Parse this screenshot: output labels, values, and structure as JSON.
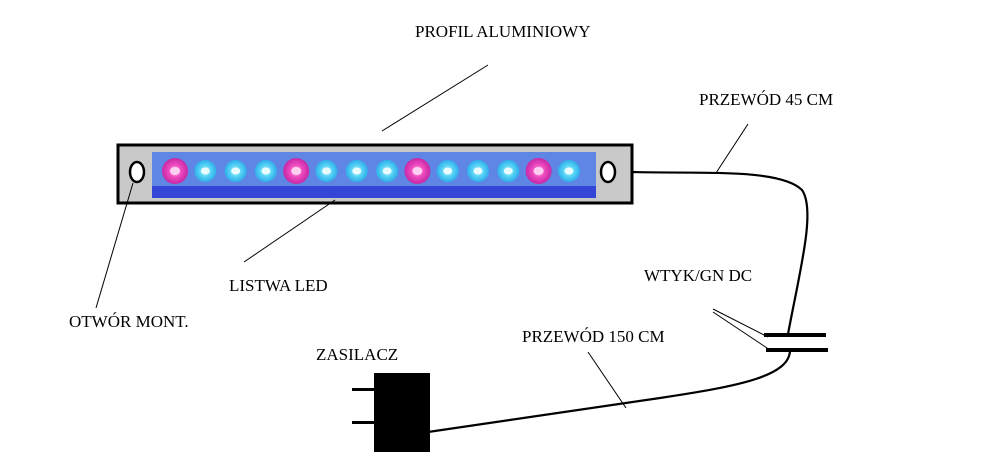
{
  "labels": {
    "profile": "PROFIL ALUMINIOWY",
    "cable_45": "PRZEWÓD 45 CM",
    "led_strip": "LISTWA LED",
    "mount_hole": "OTWÓR MONT.",
    "dc_plug": "WTYK/GN DC",
    "cable_150": "PRZEWÓD 150 CM",
    "power_supply": "ZASILACZ"
  },
  "led_sequence": [
    "pink",
    "blue",
    "blue",
    "blue",
    "pink",
    "blue",
    "blue",
    "blue",
    "pink",
    "blue",
    "blue",
    "blue",
    "pink",
    "blue"
  ],
  "colors": {
    "background": "#ffffff",
    "profile_fill": "#c9c9c9",
    "profile_outline": "#000000",
    "strip_body": "#5a7fe0",
    "strip_edge": "#2f3fd6",
    "led_pink": "#e11fa8",
    "led_pink_core": "#ffd0f2",
    "led_blue": "#33c9f2",
    "led_blue_core": "#e8fbff",
    "cable": "#000000"
  }
}
